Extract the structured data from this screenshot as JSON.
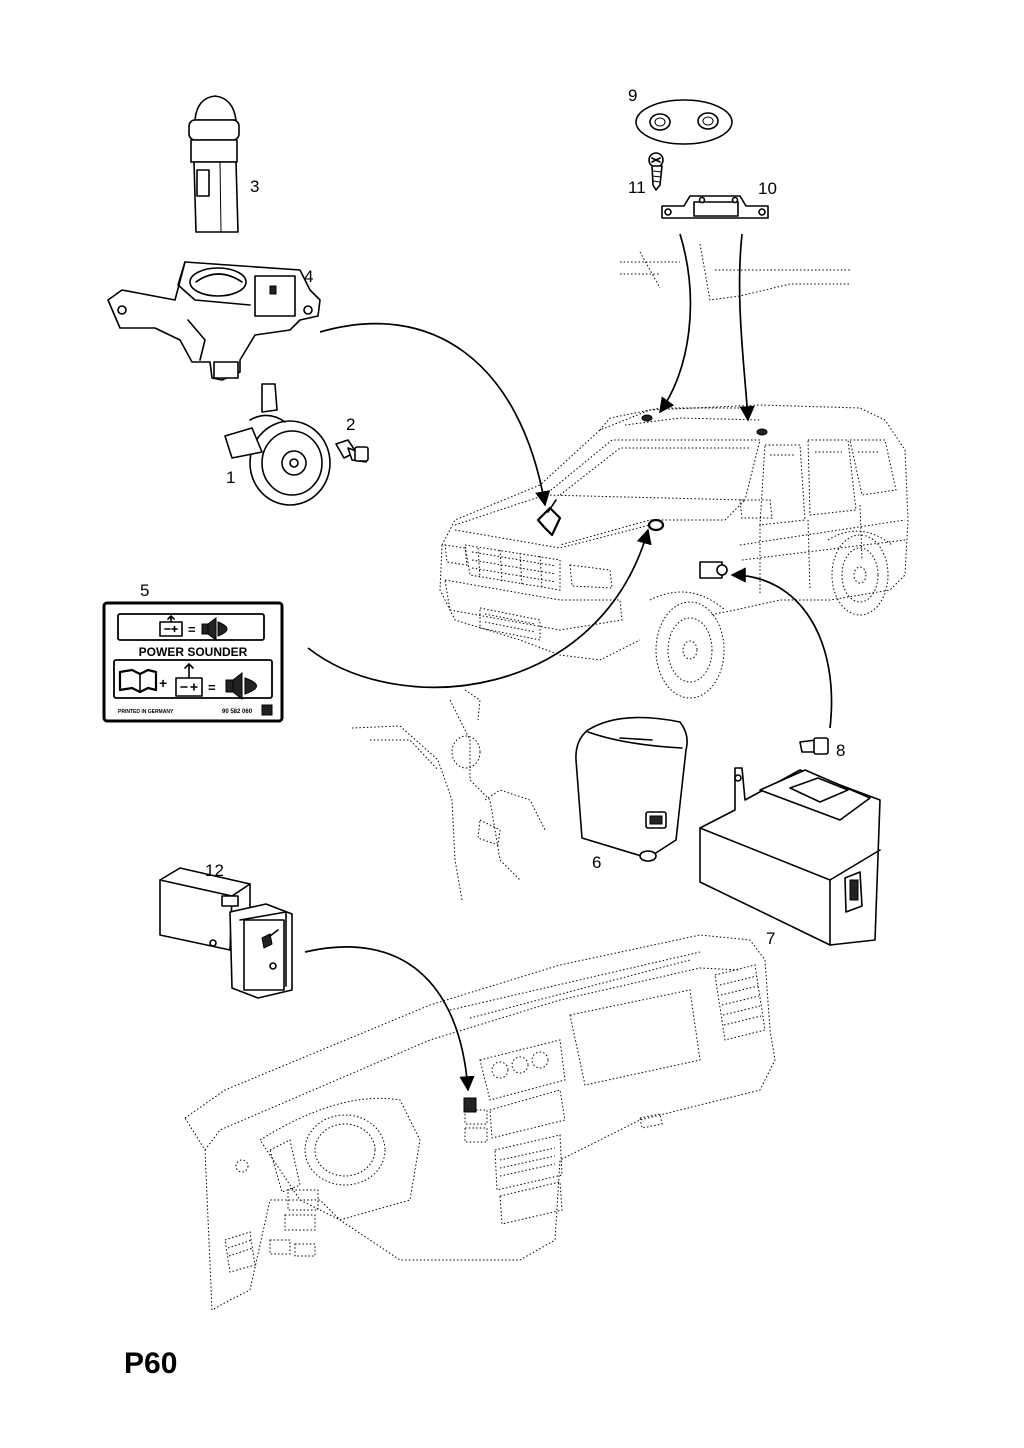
{
  "sheet": {
    "code": "P60"
  },
  "callouts": {
    "c1": "1",
    "c2": "2",
    "c3": "3",
    "c4": "4",
    "c5": "5",
    "c6": "6",
    "c7": "7",
    "c8": "8",
    "c9": "9",
    "c10": "10",
    "c11": "11",
    "c12": "12"
  },
  "label": {
    "title": "POWER SOUNDER",
    "footer_left": "PRINTED IN GERMANY",
    "footer_right": "90 582 060"
  }
}
